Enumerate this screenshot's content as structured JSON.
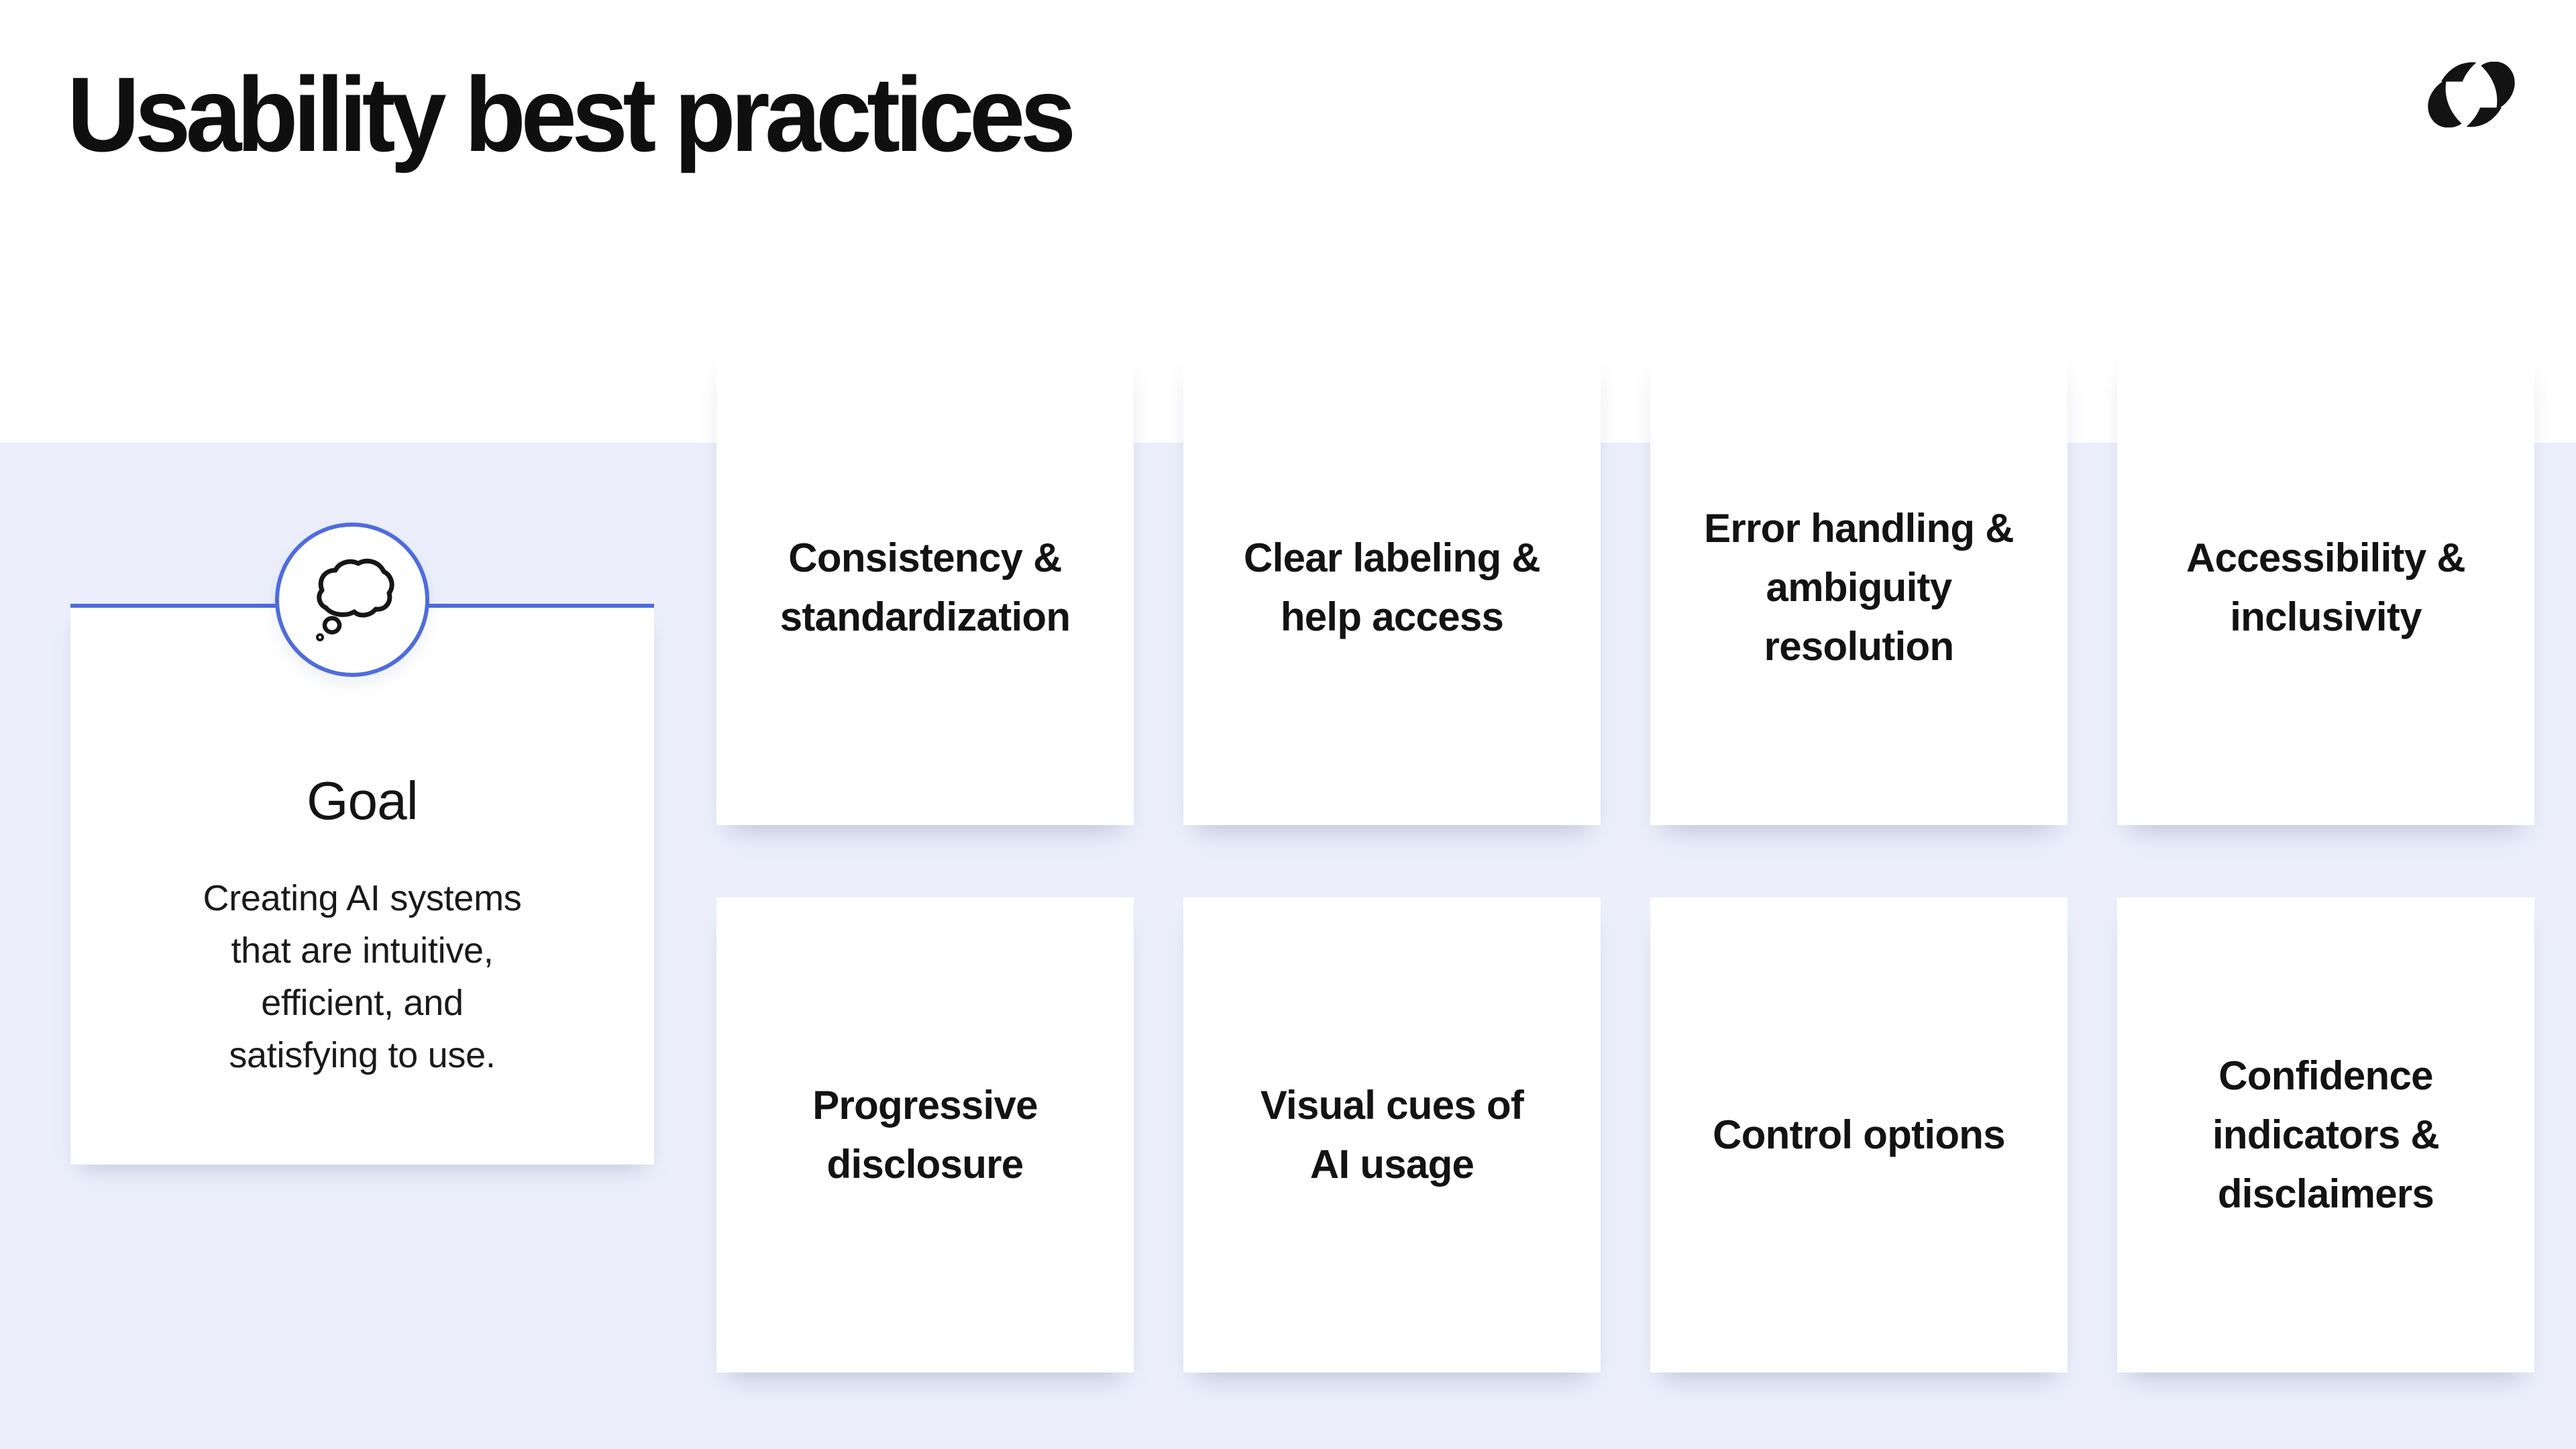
{
  "header": {
    "title": "Usability best practices",
    "logo_icon": "pinwheel-logo-mark"
  },
  "colors": {
    "accent_blue": "#4E6CDC",
    "section_background": "#ECEFFB",
    "card_background": "#FFFFFF",
    "text_primary": "#131313"
  },
  "goal_card": {
    "icon": "thought-bubble-icon",
    "heading": "Goal",
    "description": "Creating AI systems\nthat are intuitive,\nefficient, and\nsatisfying to use."
  },
  "practice_cards": [
    {
      "label": "Consistency &\nstandardization"
    },
    {
      "label": "Clear labeling &\nhelp access"
    },
    {
      "label": "Error handling &\nambiguity\nresolution"
    },
    {
      "label": "Accessibility &\ninclusivity"
    },
    {
      "label": "Progressive\ndisclosure"
    },
    {
      "label": "Visual cues of\nAI usage"
    },
    {
      "label": "Control options"
    },
    {
      "label": "Confidence\nindicators &\ndisclaimers"
    }
  ]
}
